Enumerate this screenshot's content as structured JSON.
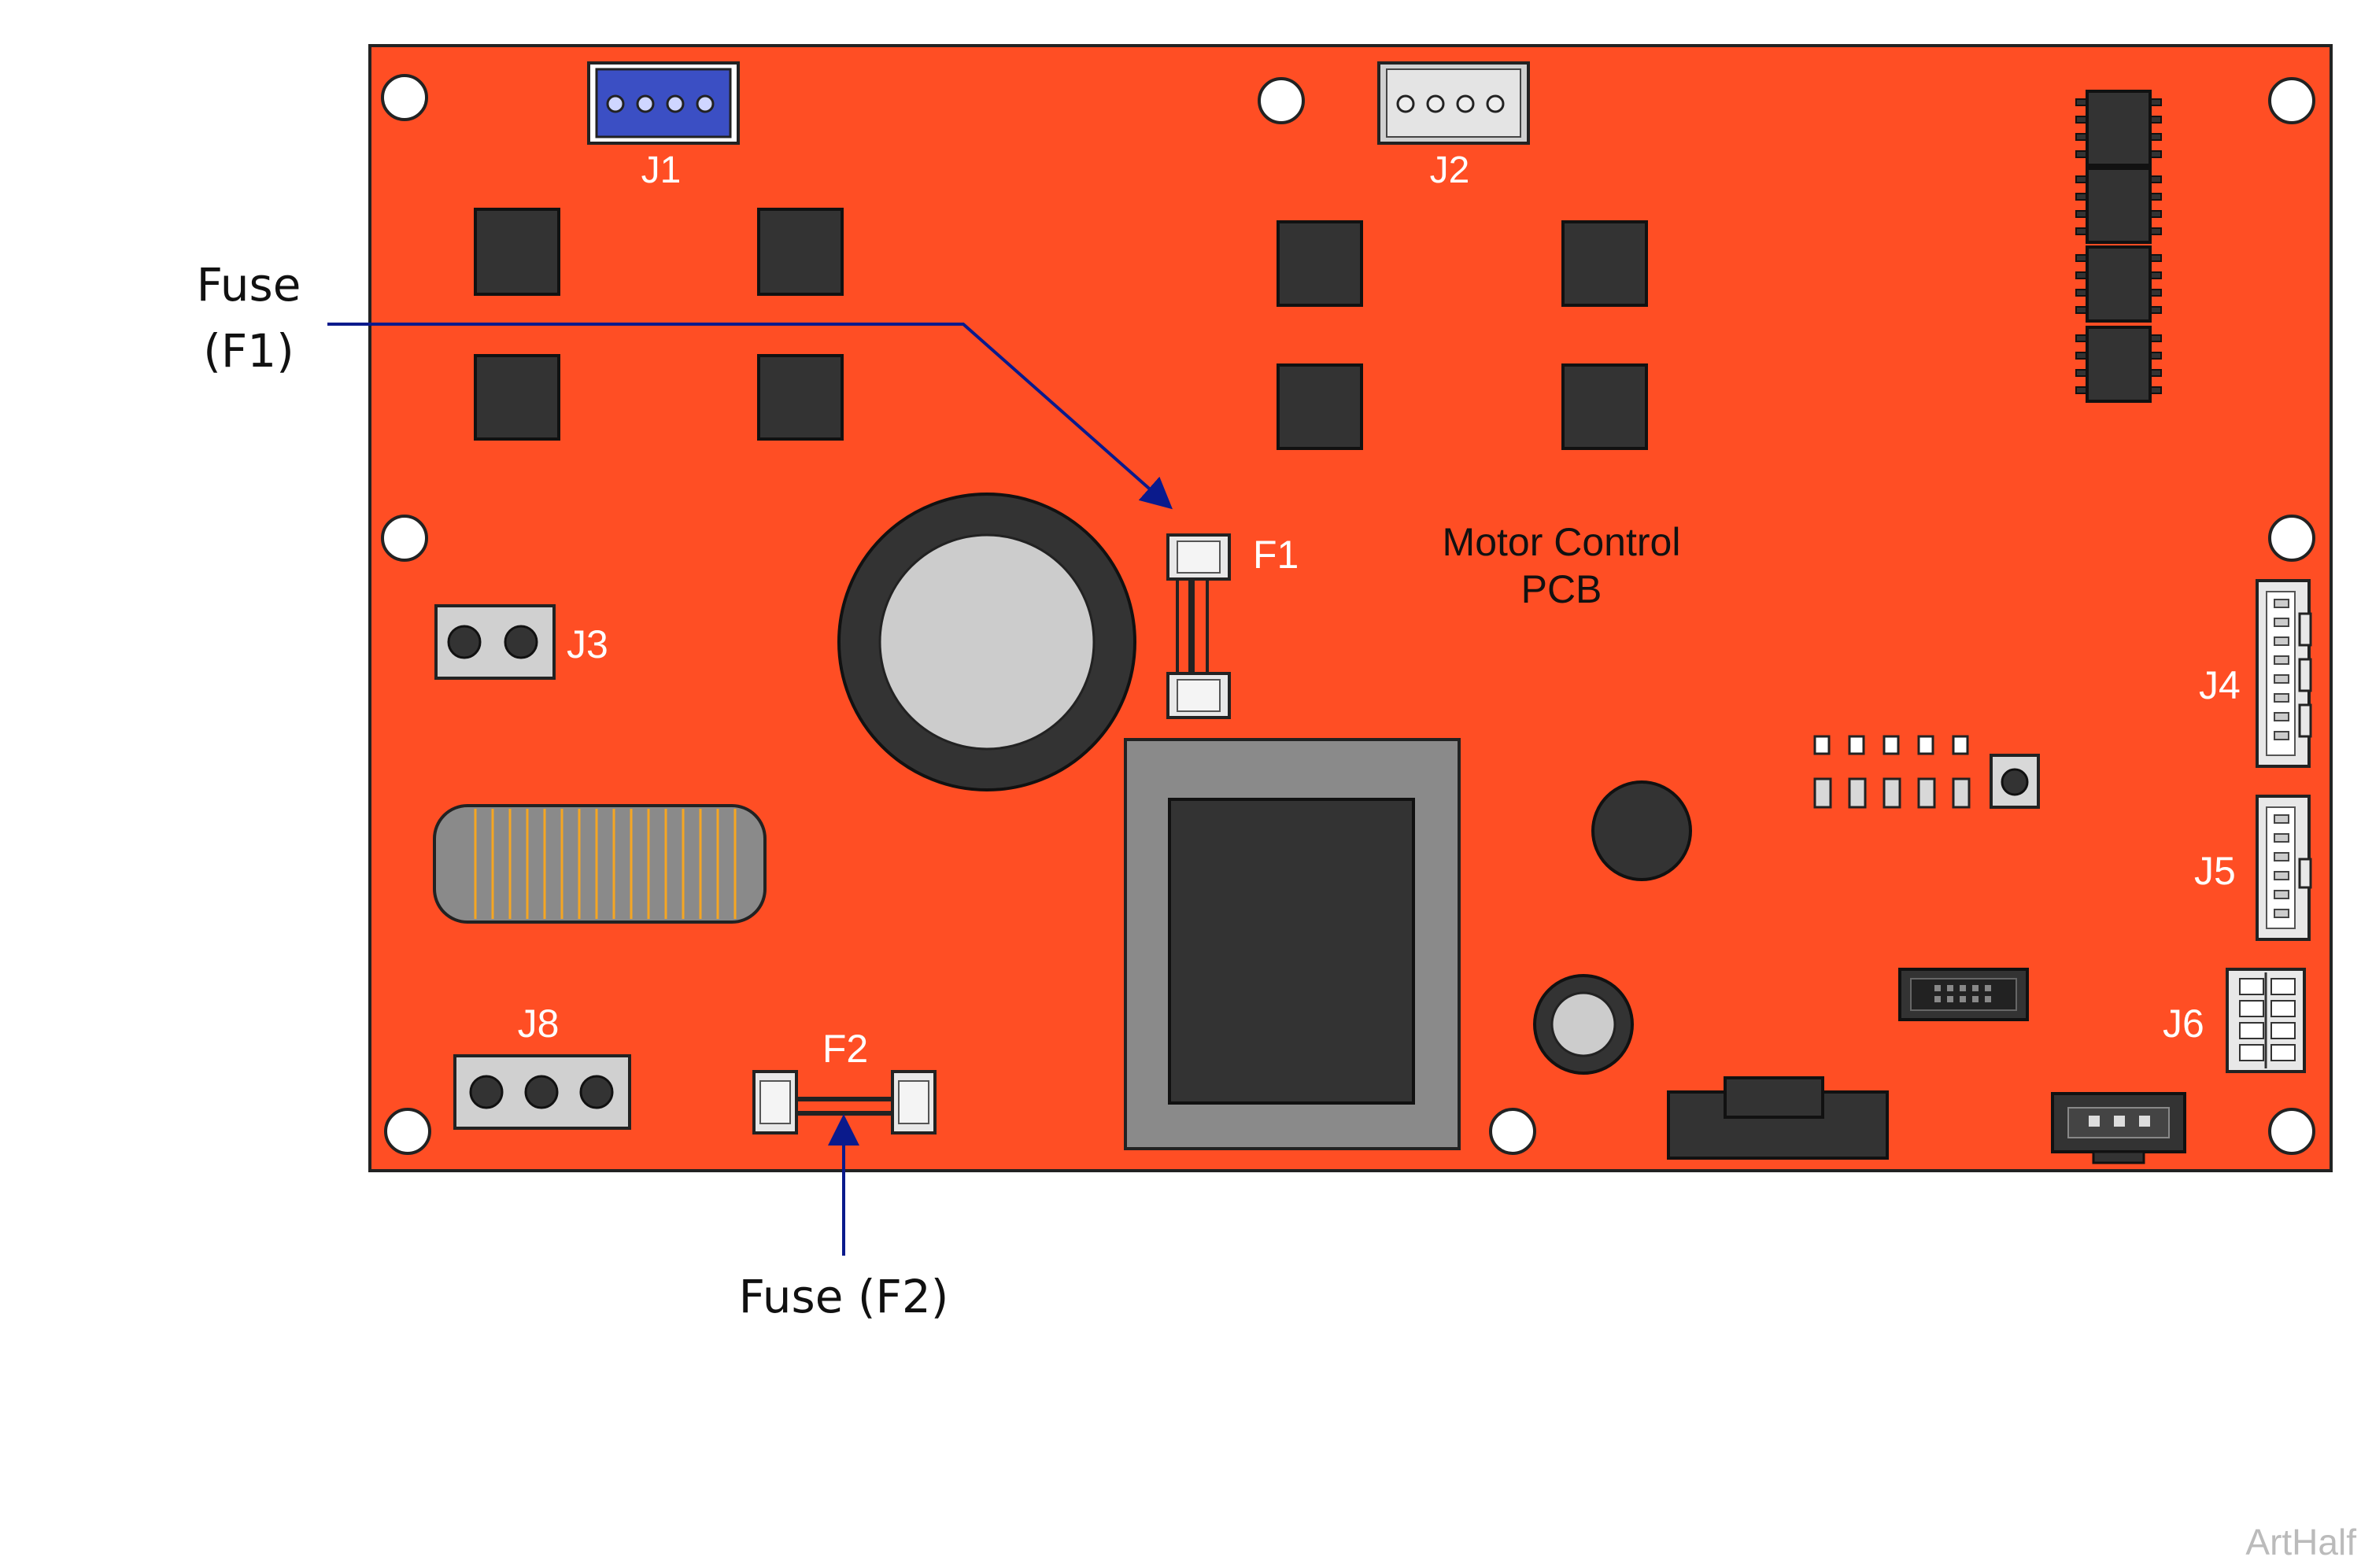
{
  "callouts": {
    "fuse_f1_line1": "Fuse",
    "fuse_f1_line2": "(F1)",
    "fuse_f2": "Fuse (F2)"
  },
  "board": {
    "title_line1": "Motor Control",
    "title_line2": "PCB",
    "labels": {
      "j1": "J1",
      "j2": "J2",
      "j3": "J3",
      "j4": "J4",
      "j5": "J5",
      "j6": "J6",
      "j8": "J8",
      "f1": "F1",
      "f2": "F2"
    }
  },
  "watermark": "ArtHalf",
  "colors": {
    "board": "#FF4E24",
    "component_dark": "#333333",
    "component_gray": "#C8C8C8",
    "arrow": "#0A1A8C",
    "label_white": "#FFFFFF",
    "label_black": "#111111",
    "coil_wire": "#F5A623"
  }
}
